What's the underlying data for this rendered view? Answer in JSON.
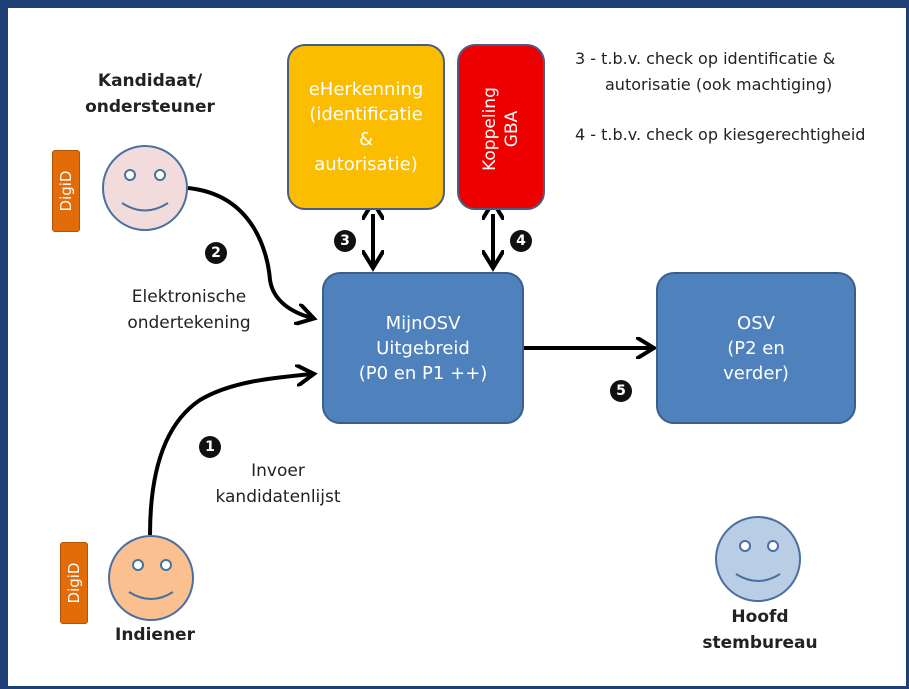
{
  "actors": {
    "kandidaat": "Kandidaat/\nondersteuner",
    "indiener": "Indiener",
    "hoofd": "Hoofd\nstembureau"
  },
  "badges": {
    "digid_top": "DigiD",
    "digid_bottom": "DigiD"
  },
  "boxes": {
    "eherkenning": "eHerkenning\n(identificatie\n&\nautorisatie)",
    "koppeling": "Koppeling\nGBA",
    "mijnosv": "MijnOSV\nUitgebreid\n(P0 en P1 ++)",
    "osv": "OSV\n(P2 en\nverder)"
  },
  "steps": {
    "s1": "1",
    "s2": "2",
    "s3": "3",
    "s4": "4",
    "s5": "5",
    "s1_label": "Invoer\nkandidatenlijst",
    "s2_label": "Elektronische\nondertekening"
  },
  "notes": {
    "n3_line1": "3 - t.b.v. check op identificatie &",
    "n3_line2": "autorisatie (ook machtiging)",
    "n4": "4 - t.b.v. check op kiesgerechtigheid"
  },
  "colors": {
    "frame": "#1f3f77",
    "eherkenning": "#fbbd00",
    "koppeling": "#ee0000",
    "mijnosv": "#4f81bd",
    "badge": "#e36c09"
  }
}
